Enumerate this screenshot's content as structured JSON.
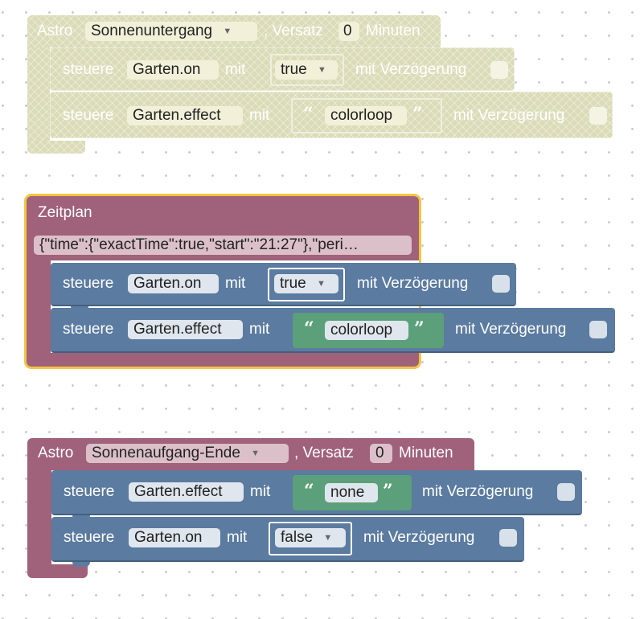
{
  "block1": {
    "astro_label": "Astro",
    "event": "Sonnenuntergang",
    "offset_label": ", Versatz",
    "offset_value": "0",
    "minutes_label": "Minuten",
    "rows": [
      {
        "steuere": "steuere",
        "object": "Garten.on",
        "mit": "mit",
        "value": "true",
        "delay_label": "mit Verzögerung"
      },
      {
        "steuere": "steuere",
        "object": "Garten.effect",
        "mit": "mit",
        "open_quote": "“",
        "value": "colorloop",
        "close_quote": "”",
        "delay_label": "mit Verzögerung"
      }
    ]
  },
  "block2": {
    "title": "Zeitplan",
    "schedule": "{\"time\":{\"exactTime\":true,\"start\":\"21:27\"},\"peri…",
    "rows": [
      {
        "steuere": "steuere",
        "object": "Garten.on",
        "mit": "mit",
        "value": "true",
        "delay_label": "mit Verzögerung"
      },
      {
        "steuere": "steuere",
        "object": "Garten.effect",
        "mit": "mit",
        "open_quote": "“",
        "value": "colorloop",
        "close_quote": "”",
        "delay_label": "mit Verzögerung"
      }
    ]
  },
  "block3": {
    "astro_label": "Astro",
    "event": "Sonnenaufgang-Ende",
    "offset_label": ", Versatz",
    "offset_value": "0",
    "minutes_label": "Minuten",
    "rows": [
      {
        "steuere": "steuere",
        "object": "Garten.effect",
        "mit": "mit",
        "open_quote": "“",
        "value": "none",
        "close_quote": "”",
        "delay_label": "mit Verzögerung"
      },
      {
        "steuere": "steuere",
        "object": "Garten.on",
        "mit": "mit",
        "value": "false",
        "delay_label": "mit Verzögerung"
      }
    ]
  },
  "colors": {
    "event_block": "#a0617a",
    "control_block": "#5b7ba0",
    "text_block": "#5ba07a",
    "disabled_block": "#dbdbb8",
    "selection": "#f5c542"
  },
  "icons": {
    "dropdown": "dropdown-arrow-icon"
  }
}
